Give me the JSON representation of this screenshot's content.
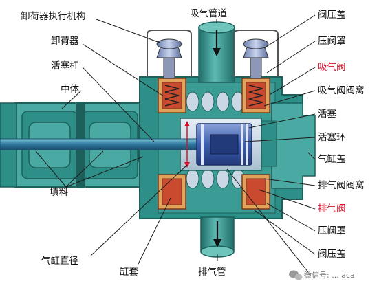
{
  "title": "",
  "labels": {
    "unloader_actuator": "卸荷器执行机构",
    "unloader": "卸荷器",
    "piston_rod": "活塞杆",
    "distance_piece": "中体",
    "packing": "填料",
    "cylinder_bore": "气缸直径",
    "cylinder_liner": "缸套",
    "suction_pipe": "吸气管道",
    "discharge_pipe": "排气管",
    "valve_cover_top": "阀压盖",
    "valve_cage_top": "压阀罩",
    "suction_valve": "吸气阀",
    "suction_valve_seat": "吸气阀阀窝",
    "piston": "活塞",
    "piston_ring": "活塞环",
    "cylinder_head": "气缸盖",
    "discharge_valve_seat": "排气阀阀窝",
    "discharge_valve": "排气阀",
    "valve_cage_bottom": "压阀罩",
    "valve_cover_bottom": "阀压盖",
    "watermark": "微信号: ... aca"
  },
  "colors": {
    "body_teal": "#2e8f88",
    "body_dark": "#1d5f5b",
    "frame_teal": "#4aa9a3",
    "bore_light": "#c9d8e4",
    "piston_blue": "#3b5fae",
    "valve_red": "#c94a2e",
    "valve_orange": "#e3a25a",
    "label_red": "#d8102a",
    "leader_line": "#1a1a1a"
  },
  "icons": {
    "watermark_logo": "wechat-logo-icon"
  }
}
